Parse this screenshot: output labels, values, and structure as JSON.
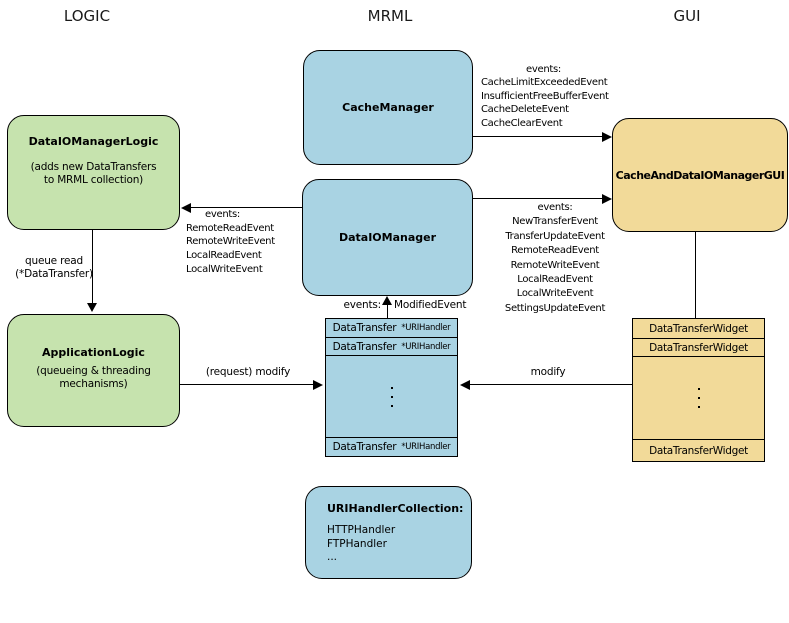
{
  "headers": {
    "logic": "LOGIC",
    "mrml": "MRML",
    "gui": "GUI"
  },
  "boxes": {
    "data_io_manager_logic": {
      "title": "DataIOManagerLogic",
      "desc_line1": "(adds new DataTransfers",
      "desc_line2": "to MRML collection)"
    },
    "application_logic": {
      "title": "ApplicationLogic",
      "desc_line1": "(queueing & threading",
      "desc_line2": "mechanisms)"
    },
    "cache_manager": {
      "title": "CacheManager"
    },
    "data_io_manager": {
      "title": "DataIOManager"
    },
    "cache_and_data_io_manager_gui": {
      "title": "CacheAndDataIOManagerGUI"
    },
    "uri_handler_collection": {
      "title": "URIHandlerCollection:",
      "items": [
        "HTTPHandler",
        "FTPHandler",
        "..."
      ]
    }
  },
  "tables": {
    "data_transfer": {
      "row_label": "DataTransfer",
      "row_sublabel": "*URIHandler"
    },
    "widget": {
      "row_label": "DataTransferWidget"
    }
  },
  "edges": {
    "cache_to_gui": {
      "label": "events:",
      "events": [
        "CacheLimitExceededEvent",
        "InsufficientFreeBufferEvent",
        "CacheDeleteEvent",
        "CacheClearEvent"
      ]
    },
    "dio_to_gui": {
      "label": "events:",
      "events": [
        "NewTransferEvent",
        "TransferUpdateEvent",
        "RemoteReadEvent",
        "RemoteWriteEvent",
        "LocalReadEvent",
        "LocalWriteEvent",
        "SettingsUpdateEvent"
      ]
    },
    "dio_to_logic": {
      "label": "events:",
      "events": [
        "RemoteReadEvent",
        "RemoteWriteEvent",
        "LocalReadEvent",
        "LocalWriteEvent"
      ]
    },
    "queue_read": {
      "label_line1": "queue read",
      "label_line2": "(*DataTransfer)"
    },
    "request_modify": {
      "label": "(request) modify"
    },
    "modify": {
      "label": "modify"
    },
    "modified_event": {
      "label": "events:",
      "event": "ModifiedEvent"
    }
  },
  "colors": {
    "logic_fill": "#c6e3ae",
    "mrml_fill": "#a9d3e3",
    "gui_fill": "#f2da99",
    "border": "#000000",
    "background": "#ffffff"
  }
}
